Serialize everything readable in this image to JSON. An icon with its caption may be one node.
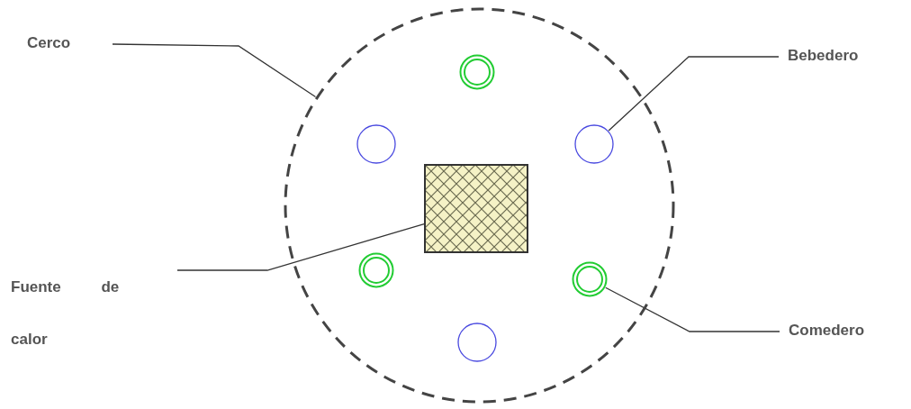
{
  "diagram": {
    "nodes": [
      {
        "text": [
          "Cerco"
        ]
      },
      {
        "text": [],
        "shape": "circle"
      },
      {
        "text": [],
        "shape": "circle",
        "in": 1
      },
      {
        "text": [],
        "shape": "circle",
        "in": 1
      },
      {
        "text": [],
        "shape": "circle",
        "in": 1
      },
      {
        "text": [],
        "shape": "box",
        "in": 1
      },
      {
        "text": [],
        "shape": "circle",
        "in": 1
      },
      {
        "text": [],
        "shape": "circle",
        "in": 1
      },
      {
        "text": [],
        "shape": "circle",
        "in": 1
      },
      {
        "text": [
          "Bebedero"
        ]
      },
      {
        "text": [
          "Fuente de calor"
        ]
      },
      {
        "text": [
          "Comedero"
        ]
      }
    ],
    "edges": [
      {
        "from": 0,
        "to": 1,
        "arrow": "none"
      },
      {
        "from": 9,
        "to": 4,
        "arrow": "none"
      },
      {
        "from": 10,
        "to": 5,
        "arrow": "none"
      },
      {
        "from": 11,
        "to": 7,
        "arrow": "none"
      }
    ]
  }
}
